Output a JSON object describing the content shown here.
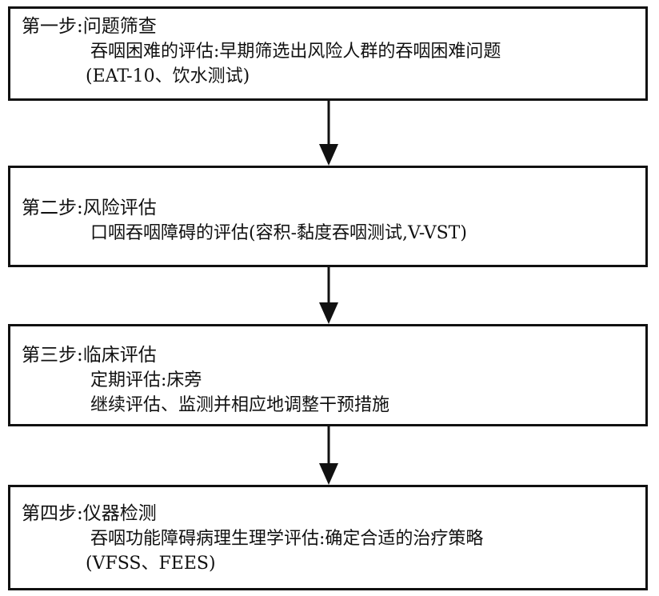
{
  "steps": [
    {
      "title": "第一步:问题筛查",
      "lines": [
        "吞咽困难的评估:早期筛选出风险人群的吞咽困难问题",
        "(EAT-10、饮水测试)"
      ]
    },
    {
      "title": "第二步:风险评估",
      "lines": [
        "口咽吞咽障碍的评估(容积-黏度吞咽测试,V-VST)"
      ]
    },
    {
      "title": "第三步:临床评估",
      "lines": [
        "定期评估:床旁",
        "继续评估、监测并相应地调整干预措施"
      ]
    },
    {
      "title": "第四步:仪器检测",
      "lines": [
        "吞咽功能障碍病理生理学评估:确定合适的治疗策略",
        "(VFSS、FEES)"
      ]
    }
  ],
  "colors": {
    "border": "#111111",
    "text": "#111111",
    "background": "#ffffff"
  }
}
